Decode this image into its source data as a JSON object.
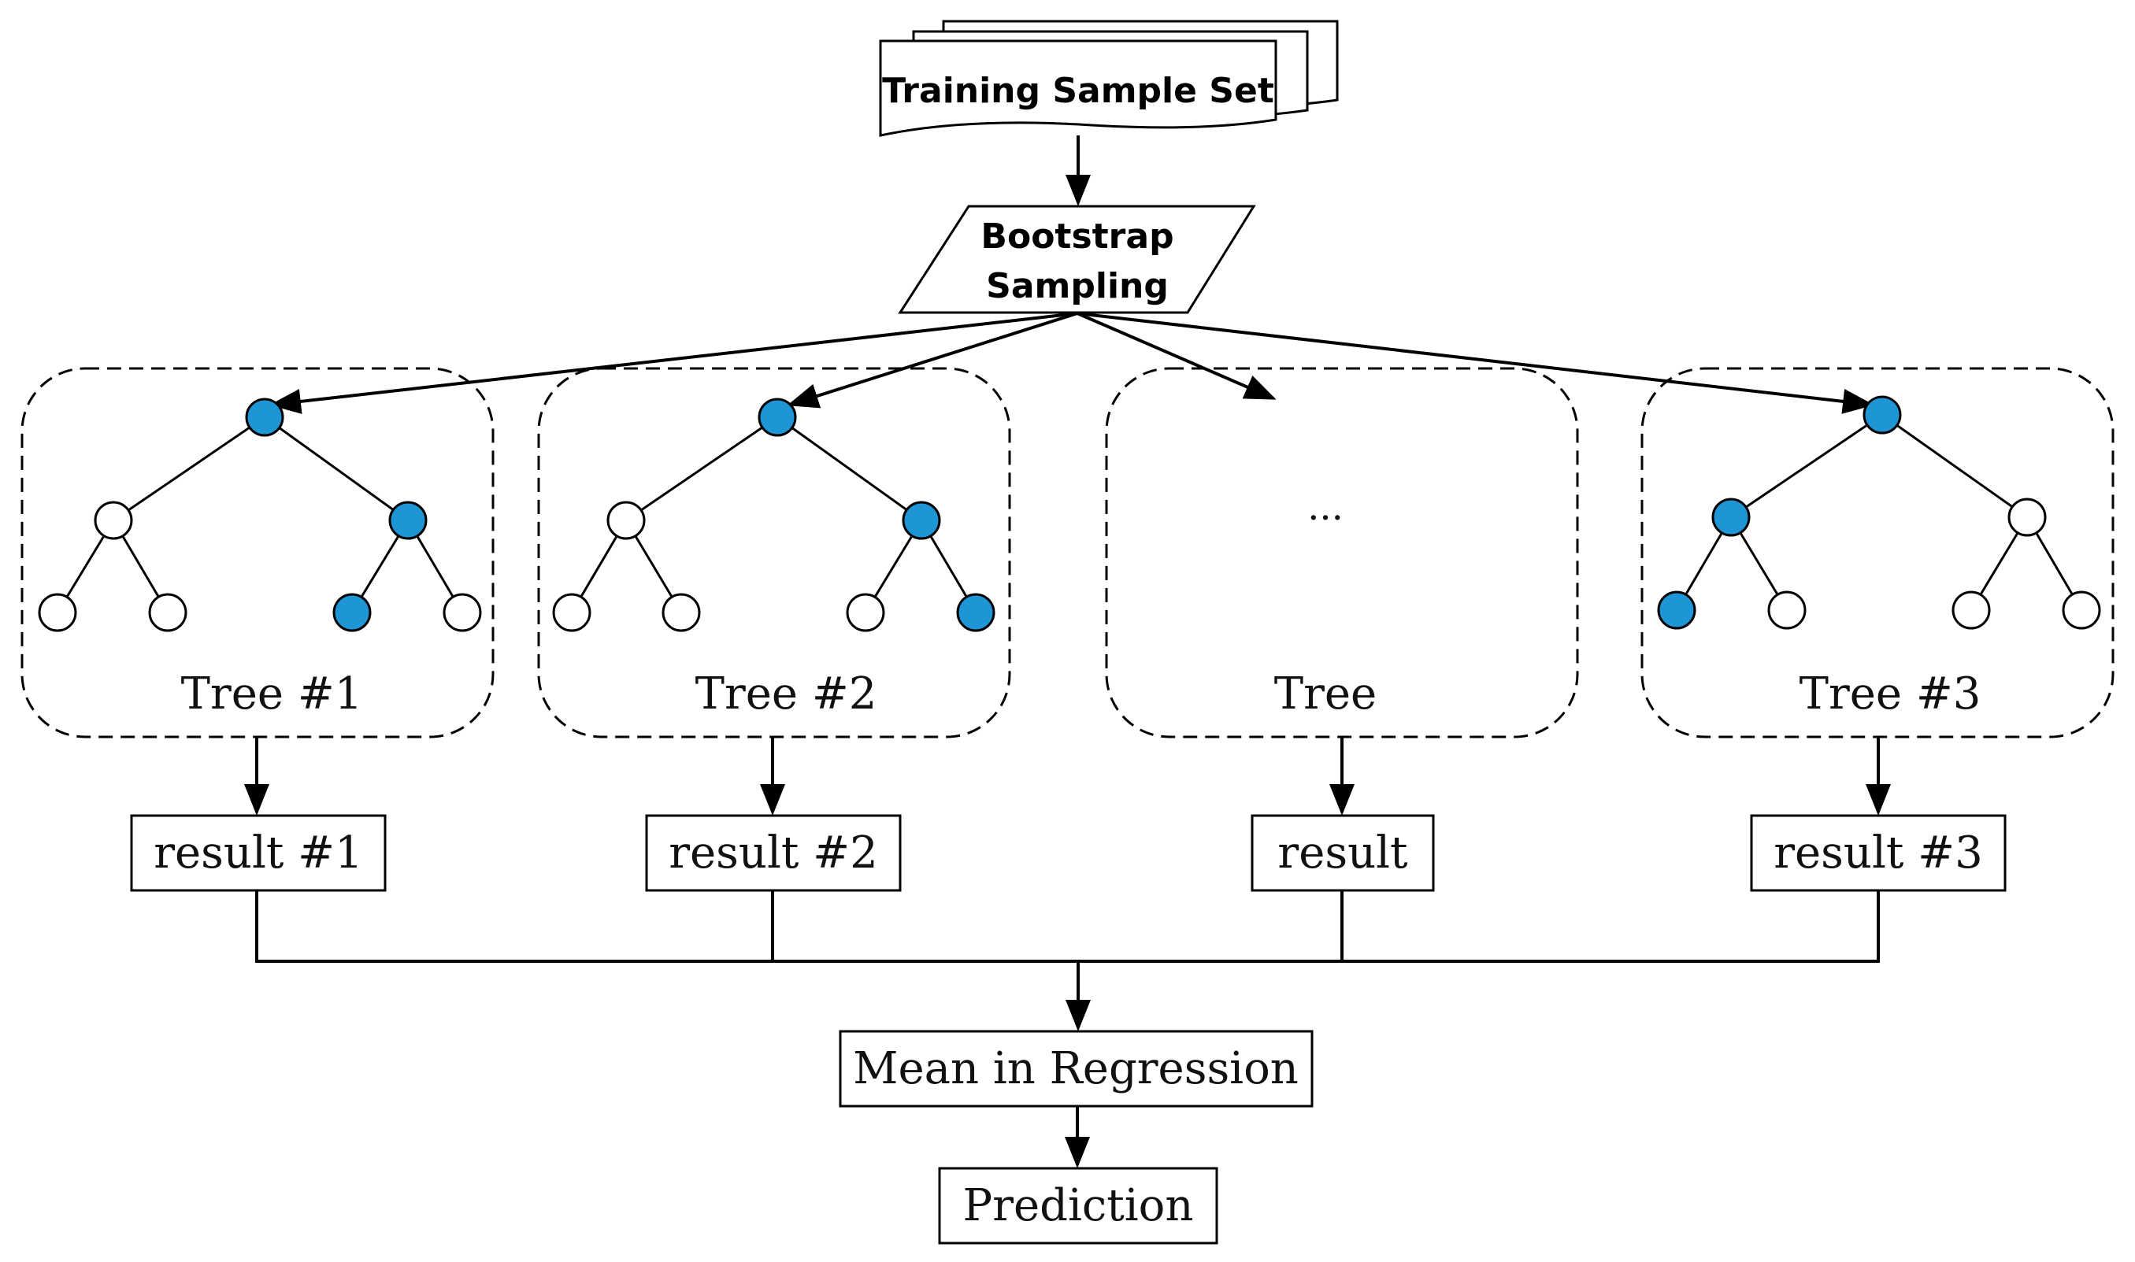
{
  "input": {
    "label": "Training Sample Set"
  },
  "sampling": {
    "label_line1": "Bootstrap",
    "label_line2": "Sampling"
  },
  "trees": [
    {
      "label": "Tree #1",
      "result": "result #1",
      "filled_nodes": [
        "root",
        "right",
        "right-left"
      ]
    },
    {
      "label": "Tree #2",
      "result": "result #2",
      "filled_nodes": [
        "root",
        "right",
        "right-right"
      ]
    },
    {
      "label": "Tree",
      "result": "result",
      "placeholder": "..."
    },
    {
      "label": "Tree #3",
      "result": "result #3",
      "filled_nodes": [
        "root",
        "left",
        "left-left"
      ]
    }
  ],
  "aggregate": {
    "label": "Mean in Regression"
  },
  "output": {
    "label": "Prediction"
  },
  "colors": {
    "filled_node": "#1e96d6",
    "empty_node": "#ffffff",
    "stroke": "#000000"
  }
}
